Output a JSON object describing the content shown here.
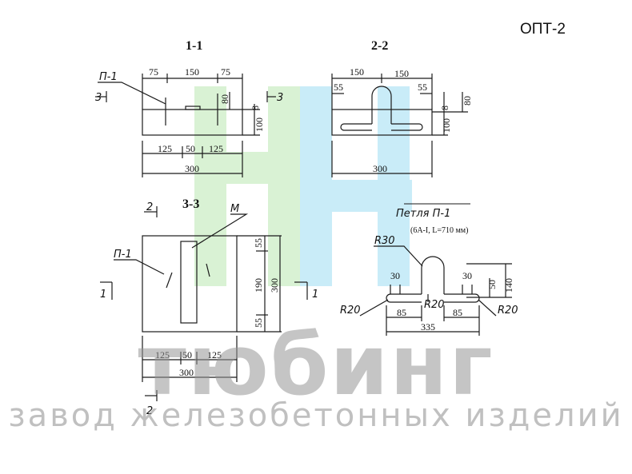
{
  "header": {
    "code": "ОПТ-2"
  },
  "sections": {
    "s11": "1-1",
    "s22": "2-2",
    "s33": "3-3"
  },
  "marks": {
    "p1": "П-1",
    "m": "М",
    "cut1": "1",
    "cut2": "2",
    "cut3": "3"
  },
  "dims": {
    "d75": "75",
    "d150": "150",
    "d80": "80",
    "d8": "8",
    "d100": "100",
    "d125": "125",
    "d50": "50",
    "d300": "300",
    "d55": "55",
    "d190": "190"
  },
  "loop": {
    "title": "Петля П-1",
    "spec": "(6А-I, L=710 мм)",
    "r30": "R30",
    "r20": "R20",
    "d30": "30",
    "d50": "50",
    "d140": "140",
    "d85": "85",
    "d335": "335"
  },
  "watermark": {
    "brand": "тюбинг",
    "tagline": "завод железобетонных изделий"
  },
  "colors": {
    "logo_green": "#d9f2d4",
    "logo_blue": "#c9ecf8",
    "ink": "#1a1a1a",
    "watermark": "#969696"
  }
}
